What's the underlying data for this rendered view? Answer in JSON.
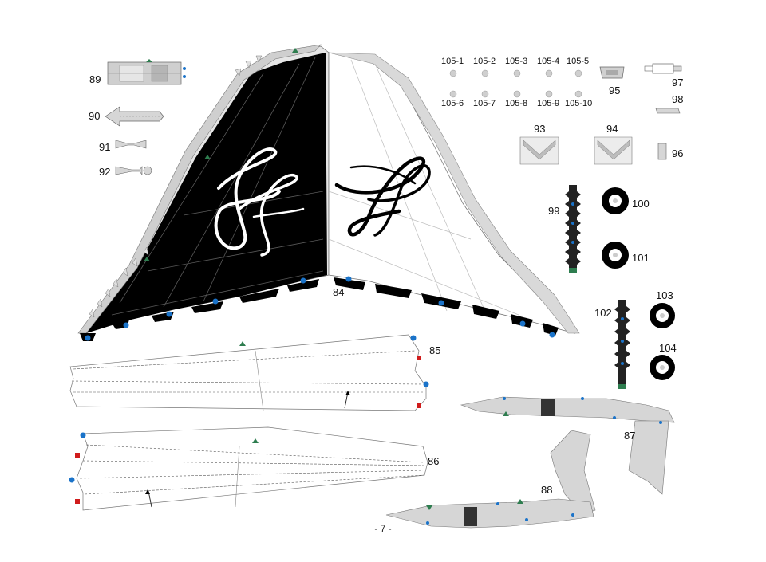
{
  "page": {
    "number": "- 7 -"
  },
  "labels": {
    "p84": "84",
    "p85": "85",
    "p86": "86",
    "p87": "87",
    "p88": "88",
    "p89": "89",
    "p90": "90",
    "p91": "91",
    "p92": "92",
    "p93": "93",
    "p94": "94",
    "p95": "95",
    "p96": "96",
    "p97": "97",
    "p98": "98",
    "p99": "99",
    "p100": "100",
    "p101": "101",
    "p102": "102",
    "p103": "103",
    "p104": "104"
  },
  "small_parts": {
    "row1": [
      "105-1",
      "105-2",
      "105-3",
      "105-4",
      "105-5"
    ],
    "row2": [
      "105-6",
      "105-7",
      "105-8",
      "105-9",
      "105-10"
    ]
  },
  "colors": {
    "tail_black": "#000000",
    "part_gray": "#d6d6d6",
    "glue_blue": "#1a73c9",
    "glue_red": "#d01c1c",
    "glue_green": "#2e7d4f"
  },
  "icons": {
    "logo": "script-logo-icon",
    "gear": "gear-icon",
    "wheel": "wheel-icon"
  }
}
